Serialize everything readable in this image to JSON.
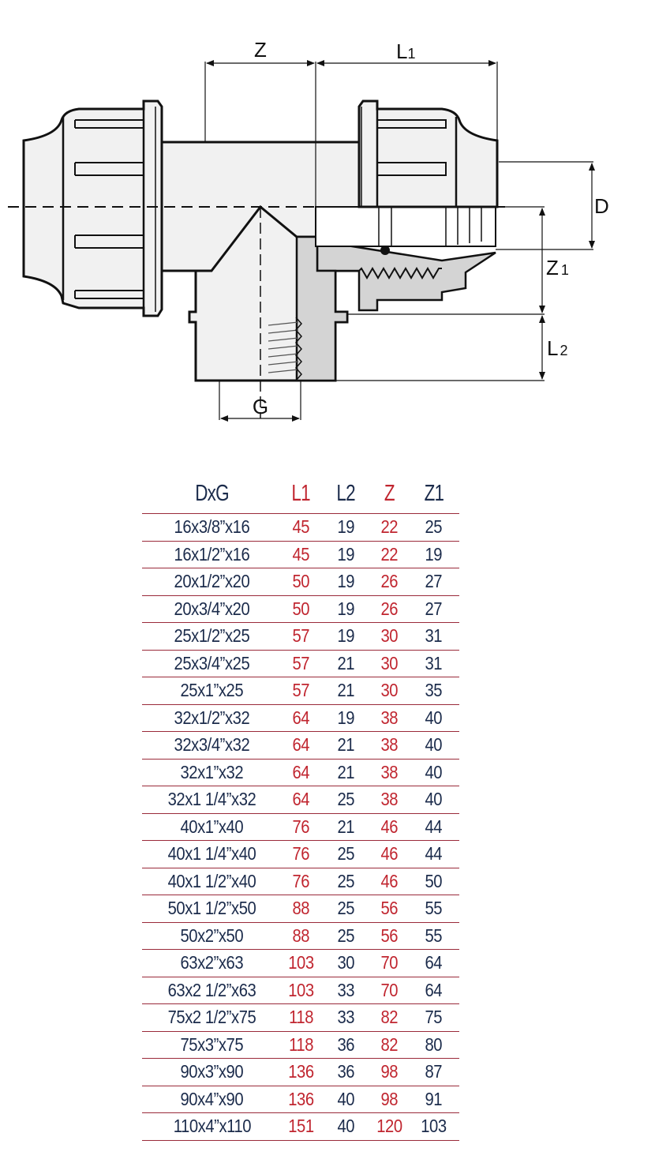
{
  "colors": {
    "header_navy": "#1b2b4b",
    "accent_red": "#c0252f",
    "rule": "#9a2a3a"
  },
  "drawing": {
    "title": "Compression tee with female threaded branch - technical drawing",
    "labels": {
      "Z": "Z",
      "L1": "L",
      "L1_sub": "1",
      "D": "D",
      "Z1": "Z",
      "Z1_sub": "1",
      "L2": "L",
      "L2_sub": "2",
      "G": "G"
    }
  },
  "table": {
    "headers": [
      "DxG",
      "L1",
      "L2",
      "Z",
      "Z1"
    ],
    "rows": [
      [
        "16x3/8”x16",
        "45",
        "19",
        "22",
        "25"
      ],
      [
        "16x1/2”x16",
        "45",
        "19",
        "22",
        "19"
      ],
      [
        "20x1/2”x20",
        "50",
        "19",
        "26",
        "27"
      ],
      [
        "20x3/4”x20",
        "50",
        "19",
        "26",
        "27"
      ],
      [
        "25x1/2”x25",
        "57",
        "19",
        "30",
        "31"
      ],
      [
        "25x3/4”x25",
        "57",
        "21",
        "30",
        "31"
      ],
      [
        "25x1”x25",
        "57",
        "21",
        "30",
        "35"
      ],
      [
        "32x1/2”x32",
        "64",
        "19",
        "38",
        "40"
      ],
      [
        "32x3/4”x32",
        "64",
        "21",
        "38",
        "40"
      ],
      [
        "32x1”x32",
        "64",
        "21",
        "38",
        "40"
      ],
      [
        "32x1 1/4”x32",
        "64",
        "25",
        "38",
        "40"
      ],
      [
        "40x1”x40",
        "76",
        "21",
        "46",
        "44"
      ],
      [
        "40x1 1/4”x40",
        "76",
        "25",
        "46",
        "44"
      ],
      [
        "40x1 1/2”x40",
        "76",
        "25",
        "46",
        "50"
      ],
      [
        "50x1 1/2”x50",
        "88",
        "25",
        "56",
        "55"
      ],
      [
        "50x2”x50",
        "88",
        "25",
        "56",
        "55"
      ],
      [
        "63x2”x63",
        "103",
        "30",
        "70",
        "64"
      ],
      [
        "63x2 1/2”x63",
        "103",
        "33",
        "70",
        "64"
      ],
      [
        "75x2 1/2”x75",
        "118",
        "33",
        "82",
        "75"
      ],
      [
        "75x3”x75",
        "118",
        "36",
        "82",
        "80"
      ],
      [
        "90x3”x90",
        "136",
        "36",
        "98",
        "87"
      ],
      [
        "90x4”x90",
        "136",
        "40",
        "98",
        "91"
      ],
      [
        "110x4”x110",
        "151",
        "40",
        "120",
        "103"
      ]
    ]
  }
}
